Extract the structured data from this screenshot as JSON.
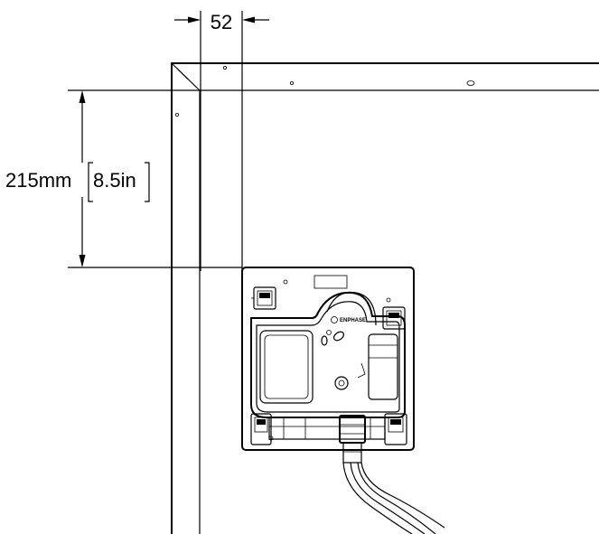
{
  "dimensions": {
    "horizontal_value": "52",
    "vertical_value_mm": "215mm",
    "vertical_value_in": "8.5in"
  },
  "device": {
    "brand_label": "ENPHASE"
  }
}
